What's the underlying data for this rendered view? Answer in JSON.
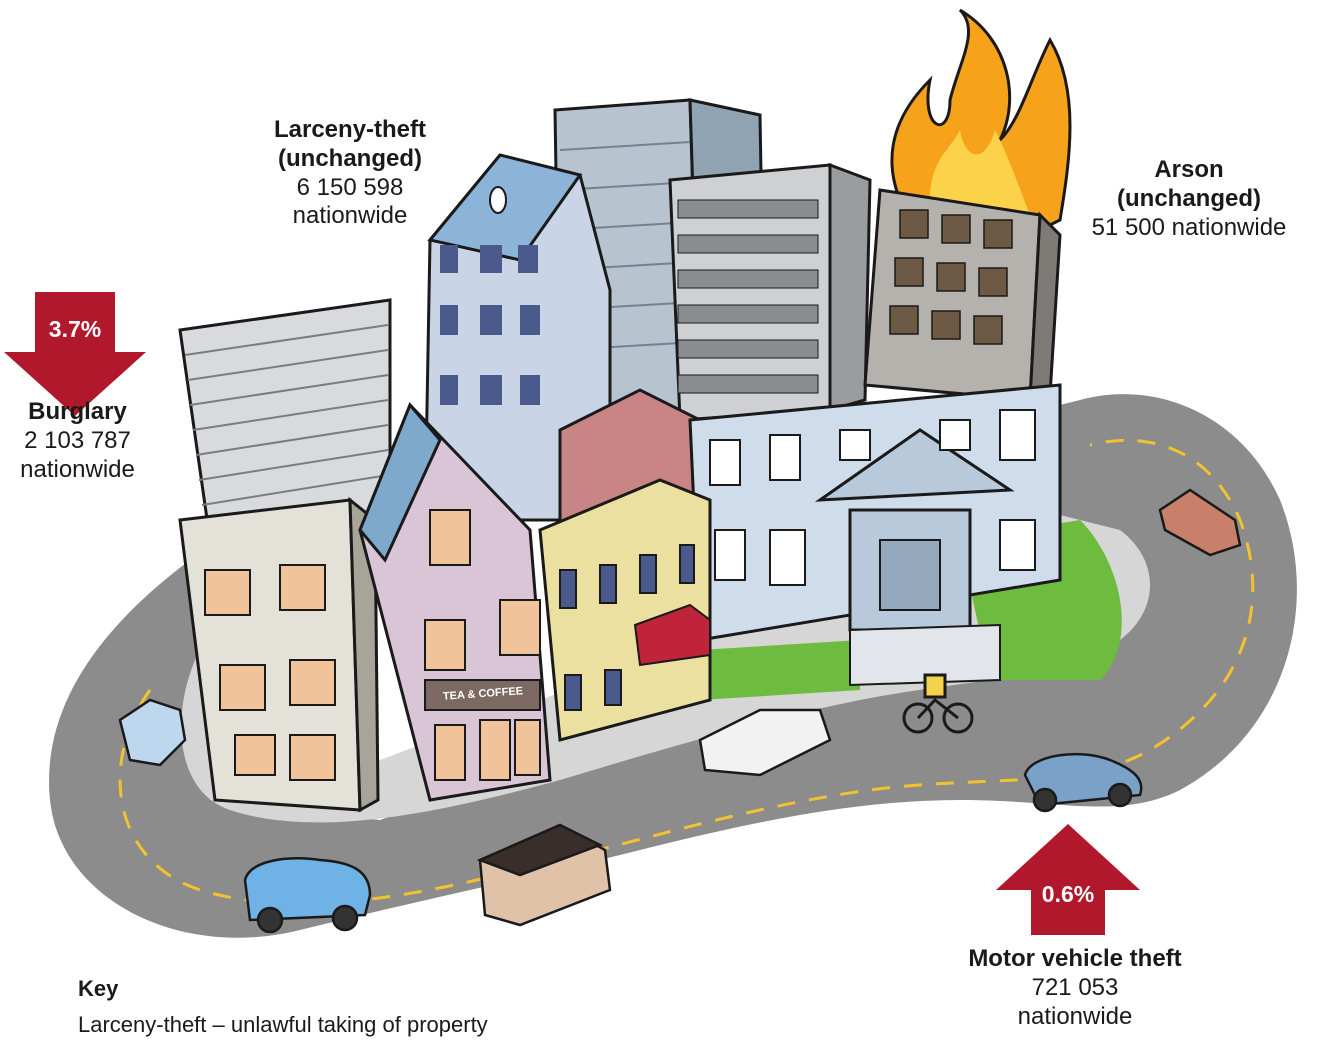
{
  "labels": {
    "larceny": {
      "title1": "Larceny-theft",
      "title2": "(unchanged)",
      "count": "6 150 598",
      "scope": "nationwide"
    },
    "arson": {
      "title1": "Arson",
      "title2": "(unchanged)",
      "count": "51 500 nationwide"
    },
    "burglary": {
      "title": "Burglary",
      "count": "2 103 787",
      "scope": "nationwide",
      "change": "3.7%",
      "direction": "down"
    },
    "motor": {
      "title": "Motor vehicle theft",
      "count": "721 053",
      "scope": "nationwide",
      "change": "0.6%",
      "direction": "up"
    }
  },
  "key": {
    "heading": "Key",
    "line1": "Larceny-theft – unlawful taking of property"
  },
  "signs": {
    "shop": "TEA & COFFEE"
  },
  "colors": {
    "arrow_red": "#b2182b",
    "road": "#8c8c8c",
    "lane": "#f2c230",
    "grass": "#6dbb3f",
    "flame": "#f7a21b"
  }
}
